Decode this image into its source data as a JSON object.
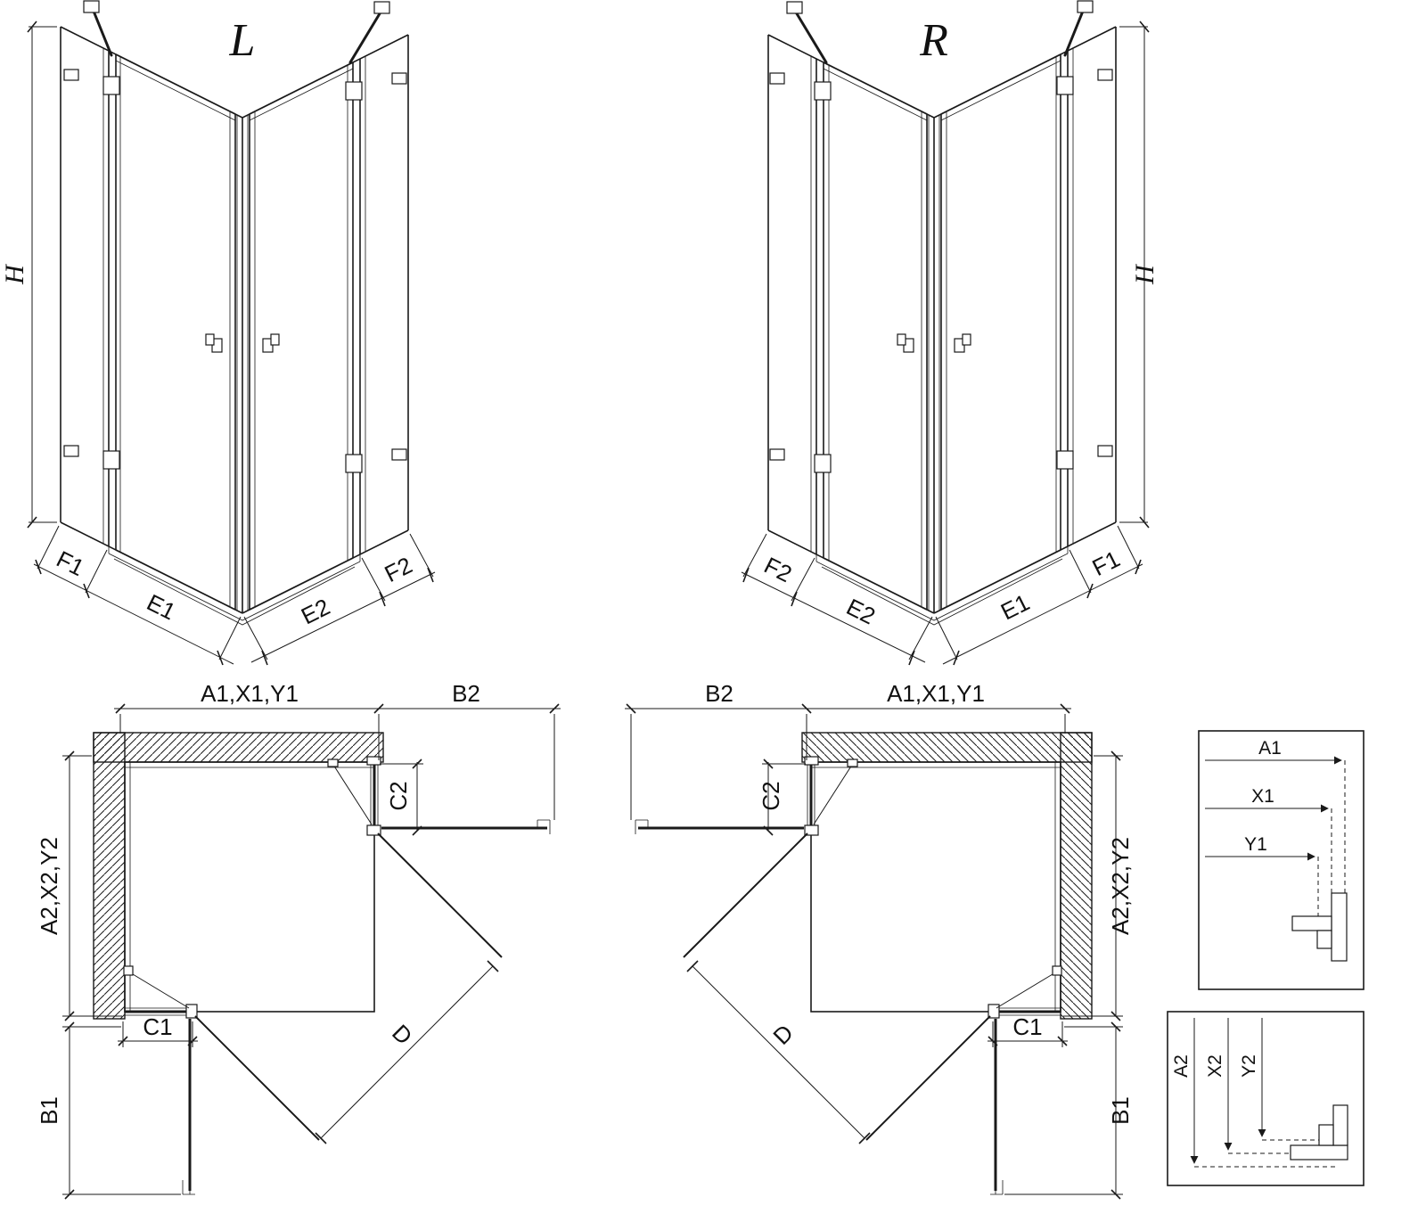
{
  "views": {
    "left3d": {
      "title": "L",
      "h": "H",
      "f1": "F1",
      "e1": "E1",
      "e2": "E2",
      "f2": "F2"
    },
    "right3d": {
      "title": "R",
      "h": "H",
      "f1": "F1",
      "e1": "E1",
      "e2": "E2",
      "f2": "F2"
    },
    "planLeft": {
      "a1": "A1,X1,Y1",
      "b2": "B2",
      "c2": "C2",
      "a2": "A2,X2,Y2",
      "b1": "B1",
      "c1": "C1",
      "d": "D"
    },
    "planRight": {
      "a1": "A1,X1,Y1",
      "b2": "B2",
      "c2": "C2",
      "a2": "A2,X2,Y2",
      "b1": "B1",
      "c1": "C1",
      "d": "D"
    },
    "detailTop": {
      "a1": "A1",
      "x1": "X1",
      "y1": "Y1"
    },
    "detailBottom": {
      "a2": "A2",
      "x2": "X2",
      "y2": "Y2"
    }
  },
  "colors": {
    "line": "#1a1a1a",
    "background": "#ffffff"
  }
}
